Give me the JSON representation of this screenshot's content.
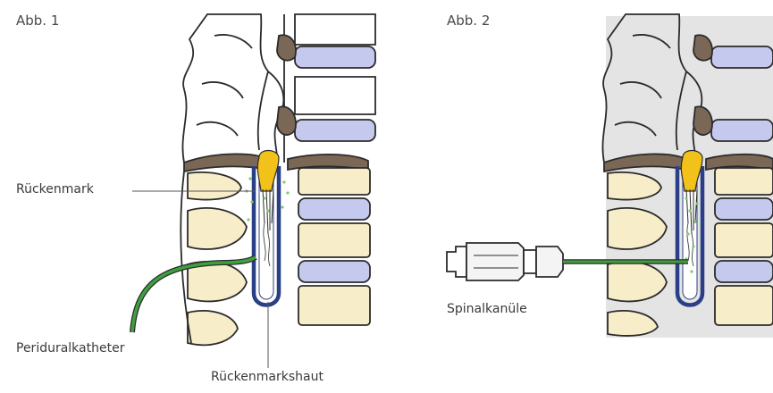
{
  "figures": [
    {
      "title": "Abb. 1"
    },
    {
      "title": "Abb. 2"
    }
  ],
  "labels": {
    "spinal_cord": "Rückenmark",
    "epidural_catheter": "Periduralkatheter",
    "dura_mater": "Rückenmarkshaut",
    "spinal_needle": "Spinalkanüle"
  },
  "colors": {
    "outline": "#2b2b2b",
    "vertebra_body": "#f8edc9",
    "disc": "#c5c9ee",
    "ligament": "#7a6756",
    "dura": "#2a3f86",
    "spinal_cord": "#f2c21a",
    "catheter": "#3f9f3f",
    "anesthetic_dots": "#7ccd63",
    "panel2_background": "#e4e4e4"
  }
}
